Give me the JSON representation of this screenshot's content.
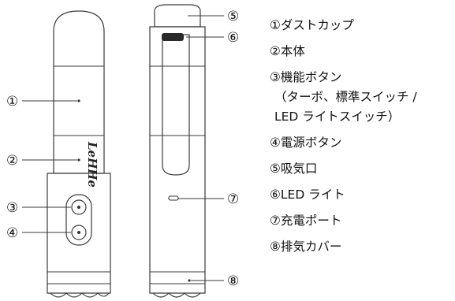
{
  "brand_logo": "LeHHe",
  "callouts": [
    "①",
    "②",
    "③",
    "④",
    "⑤",
    "⑥",
    "⑦",
    "⑧"
  ],
  "legend": [
    "①ダストカップ",
    "②本体",
    "③機能ボタン",
    "（ターボ、標準スイッチ /",
    "LED ライトスイッチ）",
    "④電源ボタン",
    "⑤吸気口",
    "⑥LED ライト",
    "⑦充電ポート",
    "⑧排気カバー"
  ]
}
